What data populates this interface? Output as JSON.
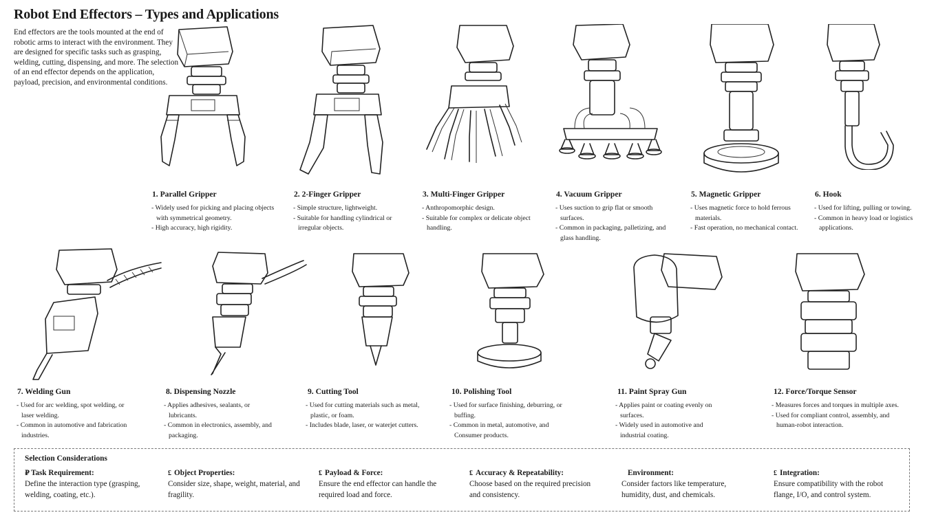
{
  "title": "Robot End Effectors – Types and Applications",
  "intro": "End effectors are the tools mounted at the end of robotic arms to interact with the environment. They are designed for specific tasks such as grasping, welding, cutting, dispensing, and more. The selection of an end effector depends on the application, payload, precision, and environmental conditions.",
  "effectors": [
    {
      "label": "1. Parallel Gripper",
      "icon": "parallel-gripper-icon",
      "bullets": [
        "- Widely used for picking and placing objects with symmetrical geometry.",
        "- High accuracy, high rigidity."
      ]
    },
    {
      "label": "2. 2-Finger Gripper",
      "icon": "two-finger-gripper-icon",
      "bullets": [
        "- Simple structure, lightweight.",
        "- Suitable for handling cylindrical or irregular objects."
      ]
    },
    {
      "label": "3. Multi-Finger Gripper",
      "icon": "multi-finger-gripper-icon",
      "bullets": [
        "- Anthropomorphic design.",
        "- Suitable for complex or delicate object handling."
      ]
    },
    {
      "label": "4. Vacuum Gripper",
      "icon": "vacuum-gripper-icon",
      "bullets": [
        "- Uses suction to grip flat or smooth surfaces.",
        "- Common in packaging, palletizing, and glass handling."
      ]
    },
    {
      "label": "5. Magnetic Gripper",
      "icon": "magnetic-gripper-icon",
      "bullets": [
        "- Uses magnetic force to hold ferrous materials.",
        "- Fast operation, no mechanical contact."
      ]
    },
    {
      "label": "6. Hook",
      "icon": "hook-icon",
      "bullets": [
        "- Used for lifting, pulling or towing.",
        "- Common in heavy load or logistics applications."
      ]
    },
    {
      "label": "7. Welding Gun",
      "icon": "welding-gun-icon",
      "bullets": [
        "- Used for arc welding, spot welding, or laser welding.",
        "- Common in automotive and fabrication industries."
      ]
    },
    {
      "label": "8. Dispensing Nozzle",
      "icon": "dispensing-nozzle-icon",
      "bullets": [
        "- Applies adhesives, sealants, or lubricants.",
        "- Common in electronics, assembly, and packaging."
      ]
    },
    {
      "label": "9. Cutting Tool",
      "icon": "cutting-tool-icon",
      "bullets": [
        "- Used for cutting materials such as metal, plastic, or foam.",
        "- Includes blade, laser, or waterjet cutters."
      ]
    },
    {
      "label": "10. Polishing Tool",
      "icon": "polishing-tool-icon",
      "bullets": [
        "- Used for surface finishing, deburring, or buffing.",
        "- Common in metal, automotive, and Consumer products."
      ]
    },
    {
      "label": "11. Paint Spray Gun",
      "icon": "paint-spray-gun-icon",
      "bullets": [
        "- Applies paint or coating evenly on surfaces.",
        "- Widely used in automotive and industrial coating."
      ]
    },
    {
      "label": "12. Force/Torque Sensor",
      "icon": "force-torque-sensor-icon",
      "bullets": [
        "- Measures forces and torques in multiple axes.",
        "- Used for compliant control, assembly, and human-robot interaction."
      ]
    }
  ],
  "selection": {
    "title": "Selection Considerations",
    "items": [
      {
        "marker": "₽",
        "heading": "Task Requirement:",
        "text": "Define the interaction type (grasping, welding, coating, etc.)."
      },
      {
        "marker": "£",
        "heading": "Object Properties:",
        "text": "Consider size, shape, weight, material, and fragility."
      },
      {
        "marker": "₤",
        "heading": "Payload & Force:",
        "text": "Ensure the end effector can handle the required load and force."
      },
      {
        "marker": "₤",
        "heading": "Accuracy & Repeatability:",
        "text": "Choose based on the required precision and consistency."
      },
      {
        "marker": "",
        "heading": "Environment:",
        "text": "Consider factors like temperature, humidity, dust, and chemicals."
      },
      {
        "marker": "£",
        "heading": "Integration:",
        "text": "Ensure compatibility with the robot flange, I/O, and control system."
      }
    ]
  }
}
